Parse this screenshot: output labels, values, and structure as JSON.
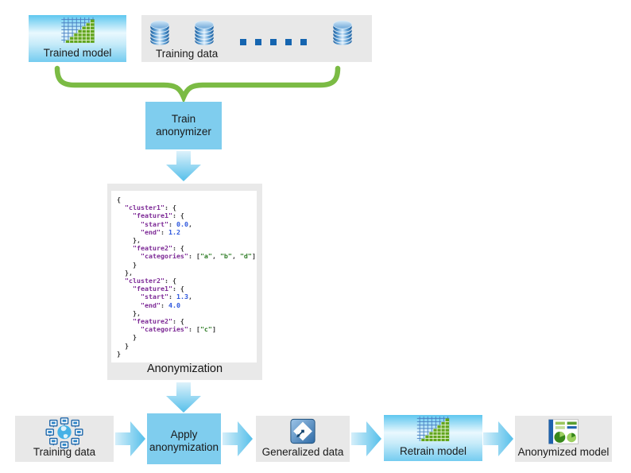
{
  "top": {
    "trained_model": {
      "label": "Trained model"
    },
    "training_data": {
      "label": "Training data",
      "dot_count": 5
    }
  },
  "train_anonymizer": {
    "label": "Train anonymizer"
  },
  "anonymization": {
    "caption": "Anonymization",
    "code_lines": [
      [
        [
          "p",
          "{"
        ]
      ],
      [
        [
          "p",
          "  "
        ],
        [
          "k",
          "\"cluster1\""
        ],
        [
          "p",
          ": {"
        ]
      ],
      [
        [
          "p",
          "    "
        ],
        [
          "k",
          "\"feature1\""
        ],
        [
          "p",
          ": {"
        ]
      ],
      [
        [
          "p",
          "      "
        ],
        [
          "k",
          "\"start\""
        ],
        [
          "p",
          ": "
        ],
        [
          "n",
          "0.0"
        ],
        [
          "p",
          ","
        ]
      ],
      [
        [
          "p",
          "      "
        ],
        [
          "k",
          "\"end\""
        ],
        [
          "p",
          ": "
        ],
        [
          "n",
          "1.2"
        ]
      ],
      [
        [
          "p",
          "    },"
        ]
      ],
      [
        [
          "p",
          "    "
        ],
        [
          "k",
          "\"feature2\""
        ],
        [
          "p",
          ": {"
        ]
      ],
      [
        [
          "p",
          "      "
        ],
        [
          "k",
          "\"categories\""
        ],
        [
          "p",
          ": ["
        ],
        [
          "s",
          "\"a\""
        ],
        [
          "p",
          ", "
        ],
        [
          "s",
          "\"b\""
        ],
        [
          "p",
          ", "
        ],
        [
          "s",
          "\"d\""
        ],
        [
          "p",
          "]"
        ]
      ],
      [
        [
          "p",
          "    }"
        ]
      ],
      [
        [
          "p",
          "  },"
        ]
      ],
      [
        [
          "p",
          "  "
        ],
        [
          "k",
          "\"cluster2\""
        ],
        [
          "p",
          ": {"
        ]
      ],
      [
        [
          "p",
          "    "
        ],
        [
          "k",
          "\"feature1\""
        ],
        [
          "p",
          ": {"
        ]
      ],
      [
        [
          "p",
          "      "
        ],
        [
          "k",
          "\"start\""
        ],
        [
          "p",
          ": "
        ],
        [
          "n",
          "1.3"
        ],
        [
          "p",
          ","
        ]
      ],
      [
        [
          "p",
          "      "
        ],
        [
          "k",
          "\"end\""
        ],
        [
          "p",
          ": "
        ],
        [
          "n",
          "4.0"
        ]
      ],
      [
        [
          "p",
          "    },"
        ]
      ],
      [
        [
          "p",
          "    "
        ],
        [
          "k",
          "\"feature2\""
        ],
        [
          "p",
          ": {"
        ]
      ],
      [
        [
          "p",
          "      "
        ],
        [
          "k",
          "\"categories\""
        ],
        [
          "p",
          ": ["
        ],
        [
          "s",
          "\"c\""
        ],
        [
          "p",
          "]"
        ]
      ],
      [
        [
          "p",
          "    }"
        ]
      ],
      [
        [
          "p",
          "  }"
        ]
      ],
      [
        [
          "p",
          "}"
        ]
      ]
    ]
  },
  "pipeline": {
    "nodes": [
      {
        "label": "Training data"
      },
      {
        "label": "Apply anonymization"
      },
      {
        "label": "Generalized data"
      },
      {
        "label": "Retrain model"
      },
      {
        "label": "Anonymized model"
      }
    ]
  },
  "colors": {
    "accent_blue": "#7fcdee",
    "brace_green": "#7bbb44",
    "box_gray": "#e8e8e8",
    "code_key_purple": "#7d2a96",
    "code_number_blue": "#2c56dd",
    "code_string_green": "#2f7d26"
  }
}
